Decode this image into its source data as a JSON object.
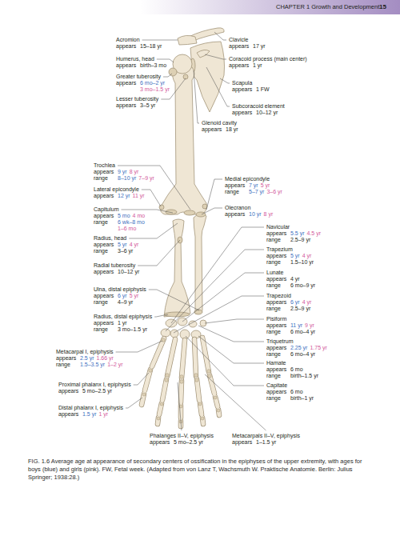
{
  "diagram": {
    "caption": "FIG. 1.6 Average age at appearance of secondary centers of ossification in the epiphyses of the upper extremity, with ages for boys (blue) and girls (pink). FW, Fetal week. (Adapted from von Lanz T, Wachsmuth W. Praktische Anatomie. Berlin: Julius Springer; 1938:28.)",
    "labels": [
      "CHAPTER 1 Growth and Development",
      "15",
      "Acromion",
      "appears",
      "15–18 yr",
      "Humerus, head",
      "appears",
      "birth–3 mo",
      "Greater tuberosity",
      "appears",
      "6 mo–2 yr",
      "3 mo–1.5 yr",
      "Lesser tuberosity",
      "appears",
      "3–5 yr",
      "Clavicle",
      "appears",
      "17 yr",
      "Coracoid process (main center)",
      "appears",
      "1 yr",
      "Scapula",
      "appears",
      "1 FW",
      "Subcoracoid element",
      "appears",
      "10–12 yr",
      "Glenoid cavity",
      "appears",
      "18 yr",
      "Trochlea",
      "appears",
      "9 yr",
      "8 yr",
      "range",
      "8–10 yr",
      "7–9 yr",
      "Lateral epicondyle",
      "appears",
      "12 yr",
      "11 yr",
      "Capitulum",
      "appears",
      "5 mo",
      "4 mo",
      "range",
      "6 wk–8 mo",
      "1–6 mo",
      "Radius, head",
      "appears",
      "5 yr",
      "4 yr",
      "range",
      "3–6 yr",
      "Radial tuberosity",
      "appears",
      "10–12 yr",
      "Ulna, distal epiphysis",
      "appears",
      "6 yr",
      "5 yr",
      "range",
      "4–9 yr",
      "Radius, distal epiphysis",
      "appears",
      "1 yr",
      "range",
      "3 mo–1.5 yr",
      "Metacarpal I, epiphysis",
      "appears",
      "2.5 yr",
      "1.66 yr",
      "range",
      "1.5–3.5 yr",
      "1–2 yr",
      "Proximal phalanx I, epiphysis",
      "appears",
      "5 mo–2.5 yr",
      "Distal phalanx I, epiphysis",
      "appears",
      "1.5 yr",
      "1 yr",
      "Phalanges II–V, epiphysis",
      "appears",
      "5 mo–2.5 yr",
      "Metacarpals II–V, epiphysis",
      "appears",
      "1–1.5 yr",
      "Medial epicondyle",
      "appears",
      "7 yr",
      "5 yr",
      "range",
      "5–7 yr",
      "3–6 yr",
      "Olecranon",
      "appears",
      "10 yr",
      "8 yr",
      "Navicular",
      "appears",
      "5.5 yr",
      "4.5 yr",
      "range",
      "2.5–9 yr",
      "Trapezium",
      "appears",
      "5 yr",
      "4 yr",
      "range",
      "1.5–10 yr",
      "Lunate",
      "appears",
      "4 yr",
      "range",
      "6 mo–9 yr",
      "Trapezoid",
      "appears",
      "6 yr",
      "4 yr",
      "range",
      "2.5–9 yr",
      "Pisiform",
      "appears",
      "11 yr",
      "9 yr",
      "range",
      "6 mo–4 yr",
      "Triquetrum",
      "appears",
      "2.25 yr",
      "1.75 yr",
      "range",
      "6 mo–4 yr",
      "Hamate",
      "appears",
      "6 mo",
      "range",
      "birth–1.5 yr",
      "Capitate",
      "appears",
      "6 mo",
      "range",
      "birth–1 yr"
    ]
  }
}
